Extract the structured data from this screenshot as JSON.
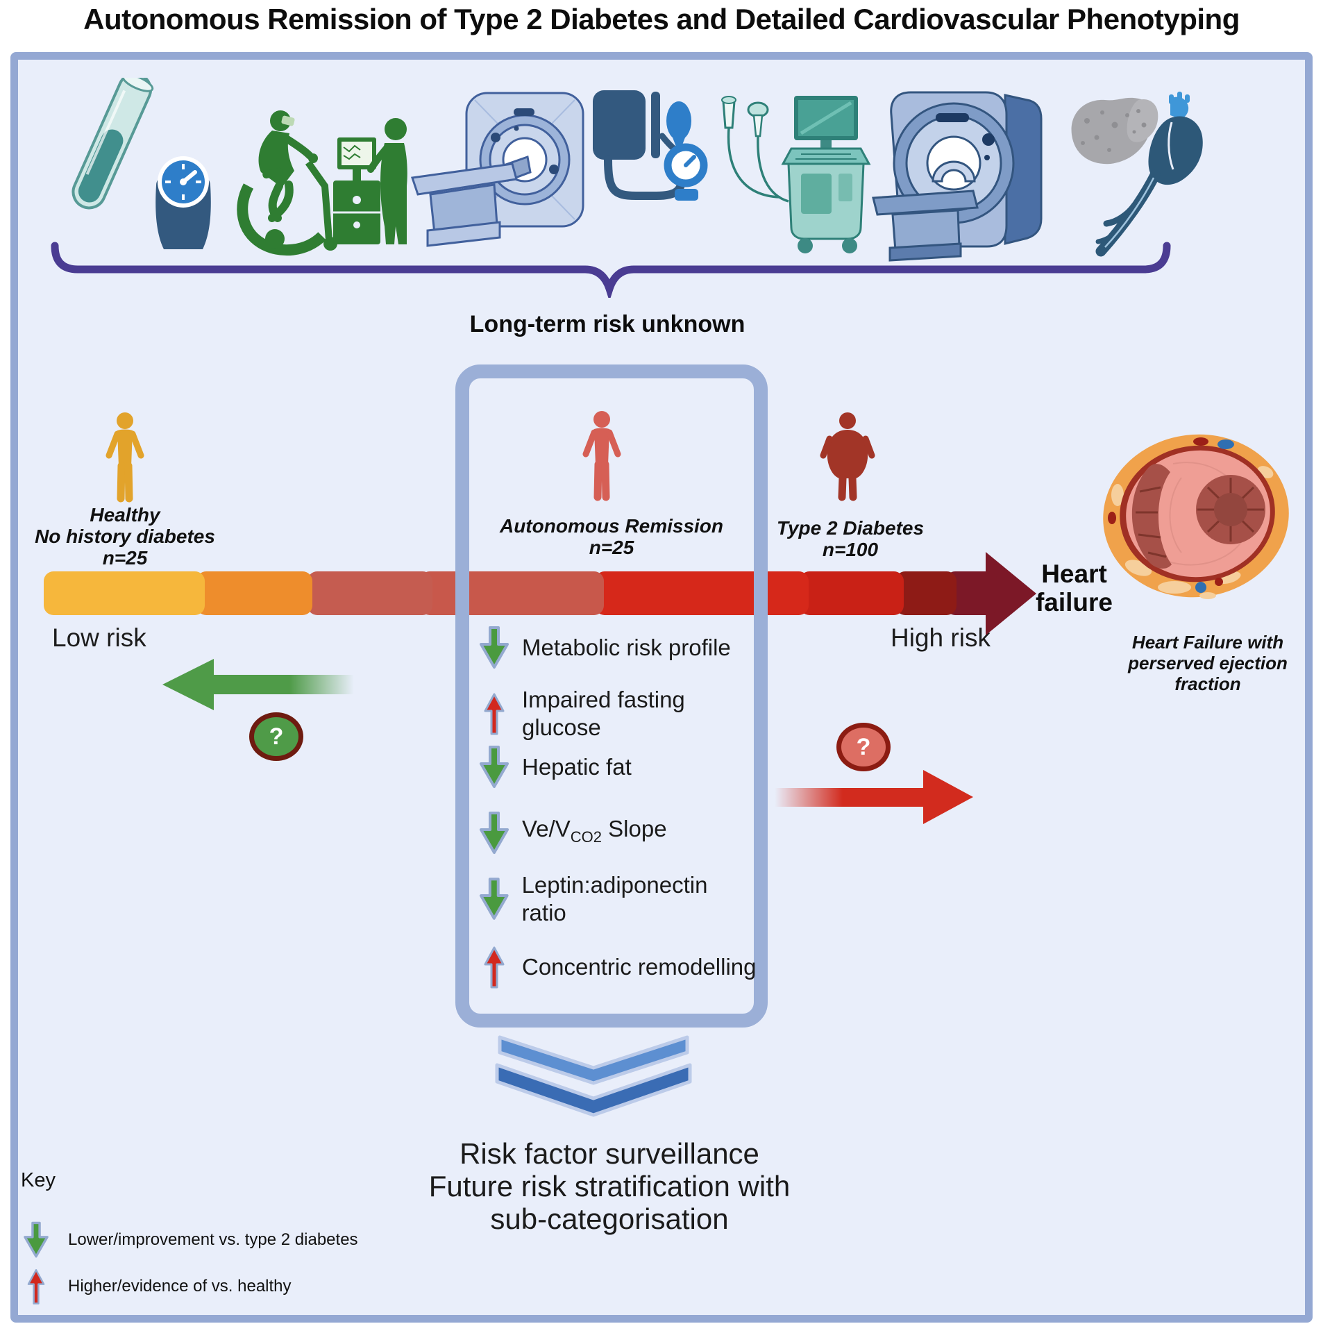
{
  "title": "Autonomous Remission of Type 2 Diabetes and Detailed Cardiovascular Phenotyping",
  "icons": [
    "blood-sample-test-tube",
    "weighing-scale",
    "cardiopulmonary-exercise-test",
    "ct-scanner",
    "blood-pressure-monitor",
    "ultrasound-machine",
    "mri-scanner",
    "liver-and-heart"
  ],
  "brace": {
    "label": "Long-term risk unknown",
    "color": "#4a3c92"
  },
  "cohorts": [
    {
      "id": "healthy",
      "color": "#e2a32b",
      "lines": [
        "Healthy",
        "No history diabetes",
        "n=25"
      ]
    },
    {
      "id": "autonomous-remission",
      "color": "#d65f55",
      "lines": [
        "Autonomous Remission",
        "n=25"
      ]
    },
    {
      "id": "type-2-diabetes",
      "color": "#a23527",
      "lines": [
        "Type 2 Diabetes",
        "n=100"
      ]
    }
  ],
  "risk_bar": {
    "low_label": "Low risk",
    "high_label": "High risk",
    "end_label": [
      "Heart",
      "failure"
    ],
    "segment_colors": [
      "#f6b73c",
      "#ee8d2c",
      "#c55c50",
      "#c8584b",
      "#d6281a",
      "#c92116",
      "#8e1b16",
      "#7c1827"
    ]
  },
  "questions": {
    "left": "?",
    "right": "?"
  },
  "findings": [
    {
      "direction": "down",
      "label": "Metabolic risk profile"
    },
    {
      "direction": "up",
      "label": "Impaired fasting glucose"
    },
    {
      "direction": "down",
      "label": "Hepatic fat"
    },
    {
      "direction": "down",
      "prefix": "Ve/V",
      "sub": "CO2",
      "suffix": " Slope"
    },
    {
      "direction": "down",
      "label": "Leptin:adiponectin ratio"
    },
    {
      "direction": "up",
      "label": "Concentric remodelling"
    }
  ],
  "hfpef_caption": [
    "Heart Failure with",
    "perserved ejection",
    "fraction"
  ],
  "outcome_text": [
    "Risk factor surveillance",
    "Future risk stratification with",
    "sub-categorisation"
  ],
  "key": {
    "title": "Key",
    "items": [
      {
        "direction": "down",
        "label": "Lower/improvement vs. type 2 diabetes"
      },
      {
        "direction": "up",
        "label": "Higher/evidence of  vs. healthy"
      }
    ]
  },
  "colors": {
    "panel_bg": "#e9eefa",
    "panel_border": "#94a8d3",
    "box_border": "#9bafd7",
    "green_arrow": "#4f9b48",
    "red_arrow": "#d22b1e",
    "green_marker_fill": "#4f9b48",
    "green_marker_border": "#6e1b10",
    "red_marker_fill": "#dd6e63",
    "red_marker_border": "#8c1c12",
    "finding_down_arrow": "#4a9a3f",
    "finding_up_arrow": "#d2281e",
    "arrow_outline": "#93a9cf",
    "chevron_top": "#5d8fd1",
    "chevron_bottom": "#3a6cb4"
  }
}
